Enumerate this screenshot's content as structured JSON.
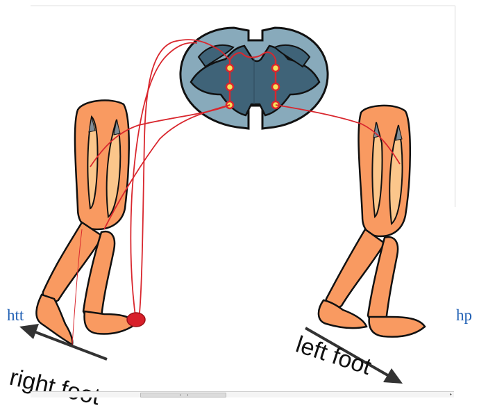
{
  "labels": {
    "right_foot": "right foot",
    "left_foot": "left foot",
    "link_left": "htt",
    "link_right": "hp"
  },
  "colors": {
    "spinal_outer": "#88aabb",
    "spinal_inner": "#3f6378",
    "leg_skin": "#f99a61",
    "muscle_fill": "#fbc68b",
    "nerve": "#d9272e",
    "neuron": "#f7e15a",
    "stimulus": "#d81f2a",
    "link": "#1f5fb4"
  },
  "icons": {
    "stimulus": "red-stimulus-dot",
    "arrows": "direction-arrow-icon"
  }
}
